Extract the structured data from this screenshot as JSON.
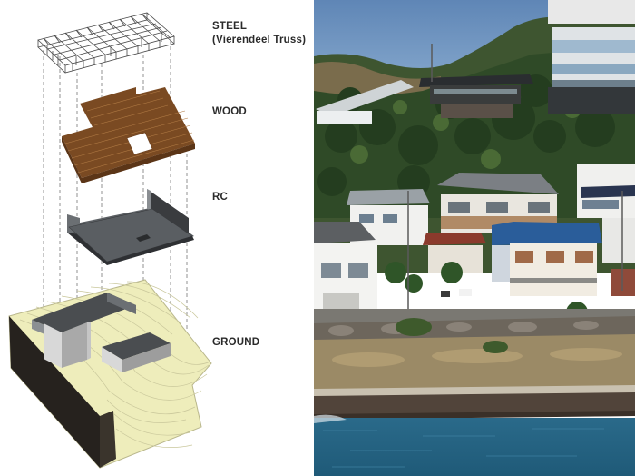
{
  "diagram": {
    "layers": [
      {
        "id": "steel",
        "label": "STEEL",
        "sublabel": "(Vierendeel Truss)",
        "color": "#4a4a4a"
      },
      {
        "id": "wood",
        "label": "WOOD",
        "color": "#7a4a22"
      },
      {
        "id": "rc",
        "label": "RC",
        "color": "#4e5256"
      },
      {
        "id": "ground",
        "label": "GROUND",
        "color": "#eeedbb"
      }
    ]
  },
  "photo": {
    "subject": "hillside houses above seawall",
    "colors": {
      "sky": "#6f93bd",
      "hill": "#2f4a27",
      "sea": "#2e6f8e",
      "seawall": "#51443a"
    }
  }
}
